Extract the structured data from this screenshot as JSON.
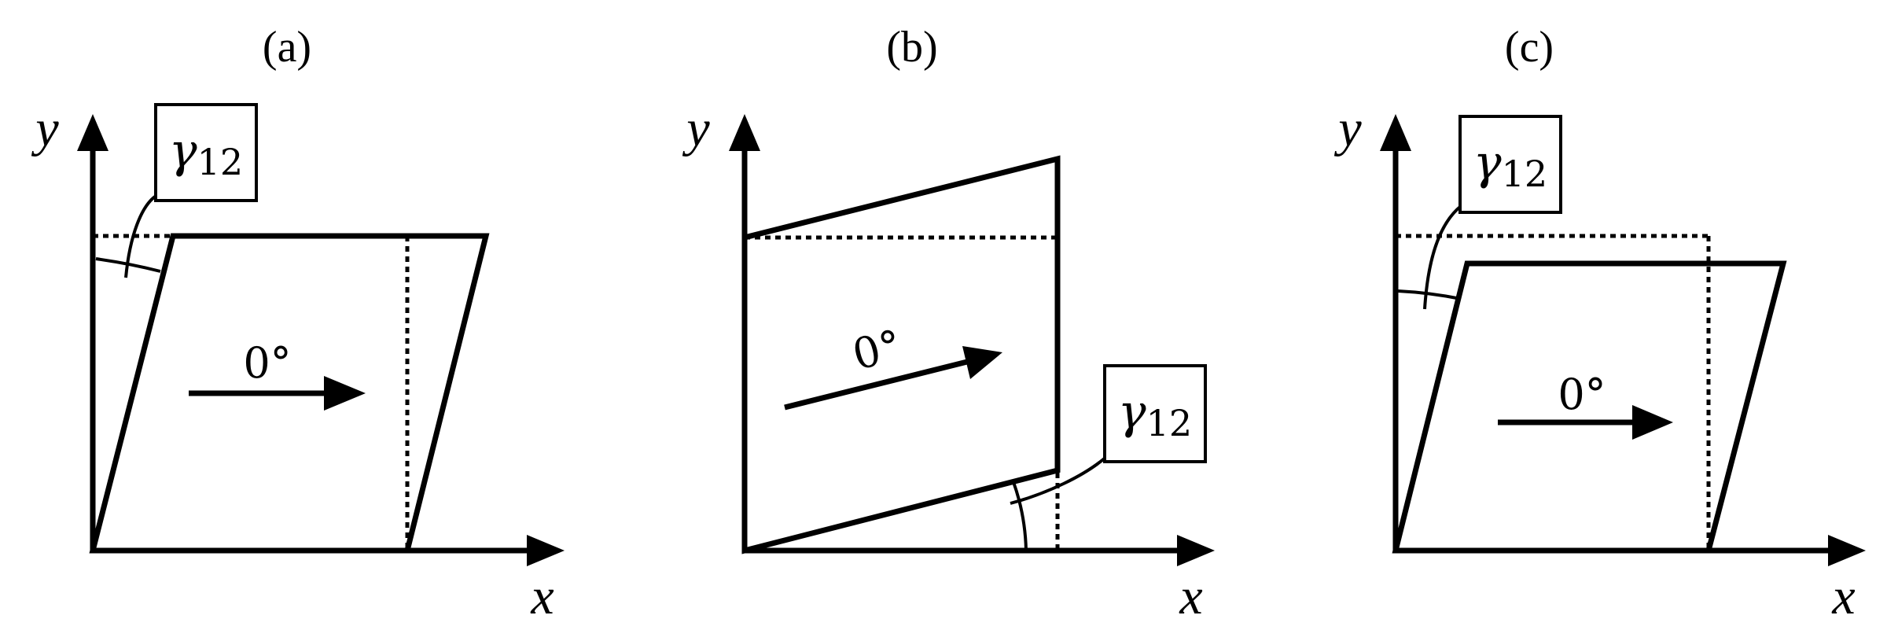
{
  "panels": [
    {
      "label": "(a)",
      "x_axis": "x",
      "y_axis": "y",
      "fiber_angle": "0°",
      "shear_symbol": "γ",
      "shear_subscript": "12"
    },
    {
      "label": "(b)",
      "x_axis": "x",
      "y_axis": "y",
      "fiber_angle": "0°",
      "shear_symbol": "γ",
      "shear_subscript": "12"
    },
    {
      "label": "(c)",
      "x_axis": "x",
      "y_axis": "y",
      "fiber_angle": "0°",
      "shear_symbol": "γ",
      "shear_subscript": "12"
    }
  ]
}
